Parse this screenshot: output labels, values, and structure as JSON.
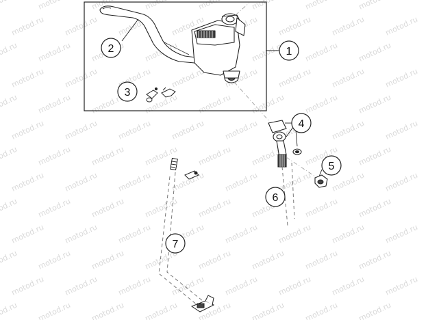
{
  "watermark": {
    "text": "motod.ru",
    "color": "#d4d4d4"
  },
  "colors": {
    "line": "#222222",
    "part_fill": "#ffffff",
    "shade": "#555555",
    "dash": "#777777"
  },
  "callouts": [
    {
      "id": "c1",
      "label": "1"
    },
    {
      "id": "c2",
      "label": "2"
    },
    {
      "id": "c3",
      "label": "3"
    },
    {
      "id": "c4",
      "label": "4"
    },
    {
      "id": "c5",
      "label": "5"
    },
    {
      "id": "c6",
      "label": "6"
    },
    {
      "id": "c7",
      "label": "7"
    }
  ]
}
